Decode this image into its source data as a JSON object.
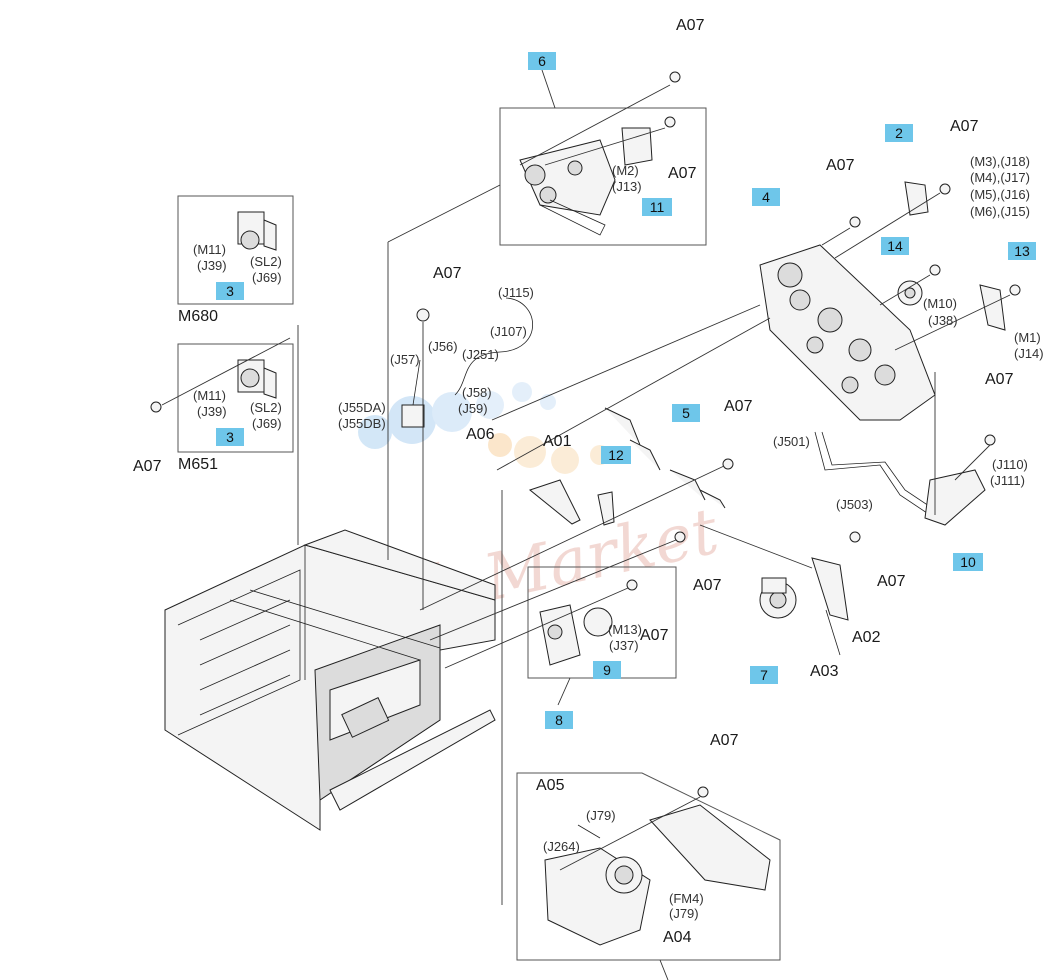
{
  "watermark": "Ink-Market",
  "boxes": {
    "m680_label": "M680",
    "m651_label": "M651"
  },
  "callouts": [
    "6",
    "2",
    "4",
    "14",
    "13",
    "3",
    "3",
    "5",
    "12",
    "11",
    "9",
    "8",
    "7",
    "10"
  ],
  "labels": {
    "a07": "A07",
    "a01": "A01",
    "a02": "A02",
    "a03": "A03",
    "a04": "A04",
    "a05": "A05",
    "a06": "A06"
  },
  "connectors": {
    "m2_j13": [
      "(M2)",
      "(J13)"
    ],
    "m3_m6": [
      "(M3),(J18)",
      "(M4),(J17)",
      "(M5),(J16)",
      "(M6),(J15)"
    ],
    "m11_j39": [
      "(M11)",
      "(J39)"
    ],
    "sl2_j69": [
      "(SL2)",
      "(J69)"
    ],
    "m10_j38": [
      "(M10)",
      "(J38)"
    ],
    "m1_j14": [
      "(M1)",
      "(J14)"
    ],
    "j115": "(J115)",
    "j107": "(J107)",
    "j57": "(J57)",
    "j56": "(J56)",
    "j251": "(J251)",
    "j58_j59": [
      "(J58)",
      "(J59)"
    ],
    "j55": [
      "(J55DA)",
      "(J55DB)"
    ],
    "j501": "(J501)",
    "j503": "(J503)",
    "j110_j111": [
      "(J110)",
      "(J111)"
    ],
    "m13_j37": [
      "(M13)",
      "(J37)"
    ],
    "j79": "(J79)",
    "j264": "(J264)",
    "fm4_j79": [
      "(FM4)",
      "(J79)"
    ]
  }
}
